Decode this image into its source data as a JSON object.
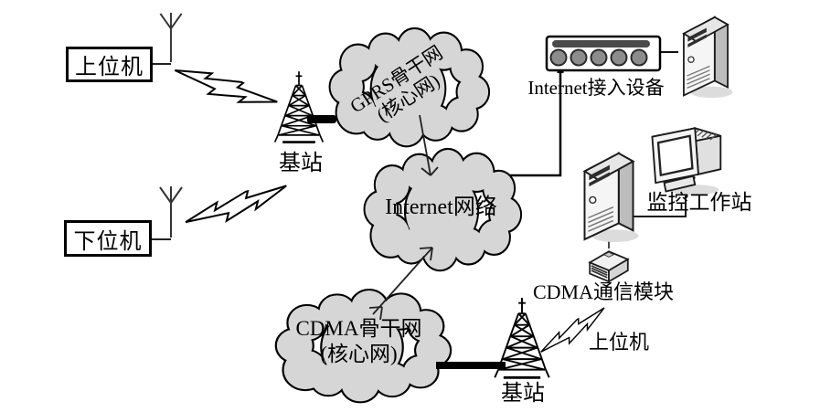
{
  "nodes": {
    "upper_computer_top": {
      "label": "上位机"
    },
    "lower_computer": {
      "label": "下位机"
    },
    "base_station_left": {
      "label": "基站"
    },
    "gprs_cloud": {
      "line1": "GPRS骨干网",
      "line2": "(核心网)"
    },
    "internet_cloud": {
      "label": "Internet网络"
    },
    "cdma_cloud": {
      "line1": "CDMA骨干网",
      "line2": "(核心网)"
    },
    "internet_access_device": {
      "label": "Internet接入设备"
    },
    "monitoring_workstation": {
      "label": "监控工作站"
    },
    "cdma_module": {
      "label": "CDMA通信模块"
    },
    "upper_computer_bottom": {
      "label": "上位机"
    },
    "base_station_right": {
      "label": "基站"
    }
  },
  "colors": {
    "background": "#ffffff",
    "cloud_fill": "#d6d6d6",
    "outline": "#000000",
    "router_bar": "#4a4a4a",
    "port_circle": "#8c8c8c",
    "device_side": "#bdbdbd"
  }
}
